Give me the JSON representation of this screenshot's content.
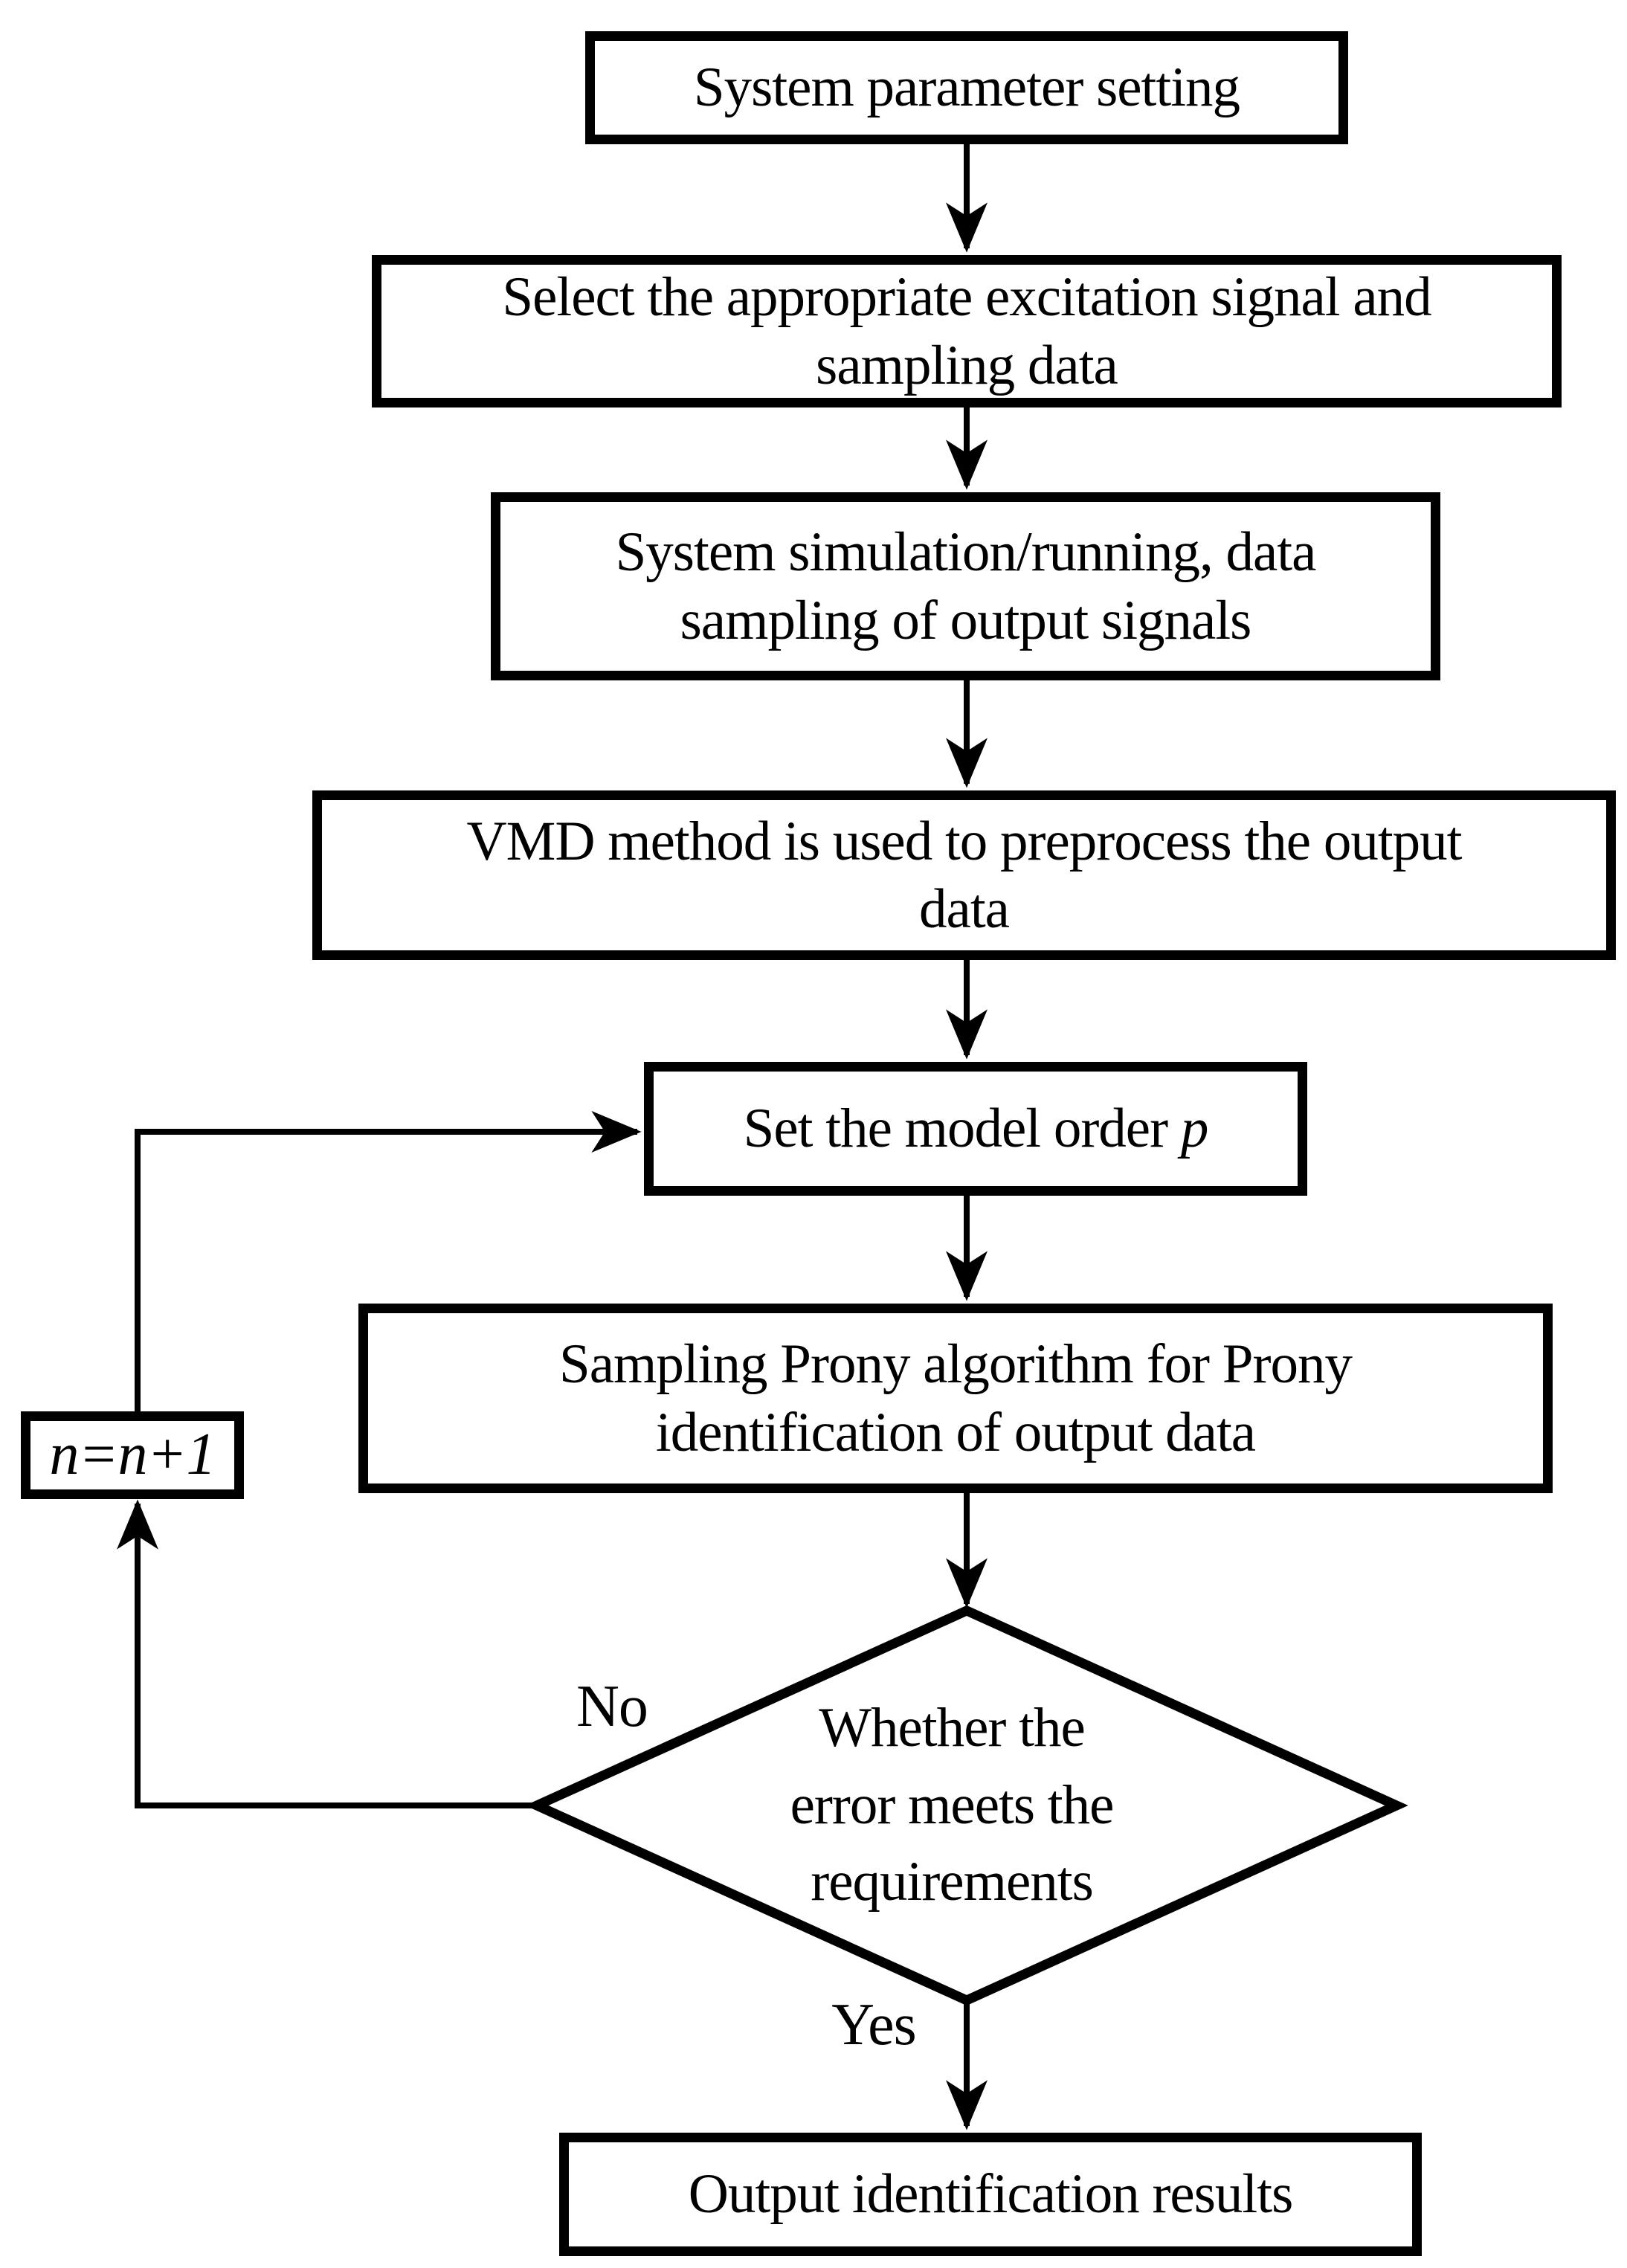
{
  "figure": {
    "colors": {
      "line": "#000000",
      "text": "#000000",
      "background": "#ffffff"
    }
  },
  "nodes": {
    "param": {
      "label": "System parameter setting"
    },
    "select": {
      "lines": [
        "Select the appropriate excitation signal and",
        "sampling data"
      ]
    },
    "simulate": {
      "lines": [
        "System simulation/running, data",
        "sampling of output signals"
      ]
    },
    "vmd": {
      "lines": [
        "VMD method is used to preprocess the output",
        "data"
      ]
    },
    "order": {
      "text": "Set the model order ",
      "var": "p"
    },
    "prony": {
      "lines": [
        "Sampling Prony algorithm for Prony",
        "identification of output data"
      ]
    },
    "decision": {
      "lines": [
        "Whether the",
        "error meets the",
        "requirements"
      ]
    },
    "increment": {
      "label": "n=n+1"
    },
    "output": {
      "label": "Output identification results"
    }
  },
  "edges": {
    "no_label": "No",
    "yes_label": "Yes"
  }
}
